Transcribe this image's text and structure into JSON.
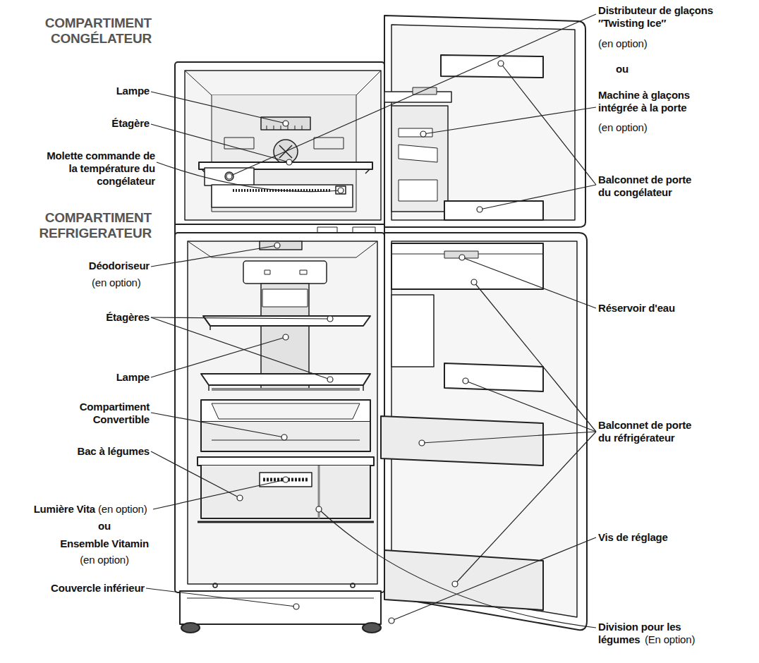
{
  "diagram": {
    "labels": [
      "COMPARTIMENT CONGÉLATEUR",
      "Lampe",
      "Étagère",
      "Molette commande de la température du congélateur",
      "COMPARTIMENT REFRIGERATEUR",
      "Déodoriseur",
      "(en option)",
      "Étagères",
      "Lampe",
      "Compartiment Convertible",
      "Bac à légumes",
      "Lumière Vita",
      "(en option)",
      "ou",
      "Ensemble Vitamin",
      "(en option)",
      "Couvercle inférieur",
      "Distributeur de glaçons ″Twisting Ice″",
      "(en option)",
      "ou",
      "Machine à glaçons intégrée à la porte",
      "(en option)",
      "Balconnet de porte du congélateur",
      "Réservoir d'eau",
      "Balconnet de porte du réfrigérateur",
      "Vis de réglage",
      "Division pour les légumes",
      "(En option)"
    ]
  }
}
